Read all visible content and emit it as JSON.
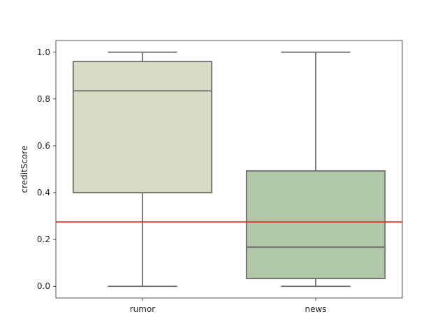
{
  "chart_data": {
    "type": "box",
    "title": "",
    "xlabel": "",
    "ylabel": "creditScore",
    "ylim": [
      -0.05,
      1.05
    ],
    "yticks": [
      "0.0",
      "0.2",
      "0.4",
      "0.6",
      "0.8",
      "1.0"
    ],
    "categories": [
      "rumor",
      "news"
    ],
    "boxes": [
      {
        "category": "rumor",
        "min": 0.0,
        "q1": 0.4,
        "median": 0.835,
        "q3": 0.96,
        "max": 1.0,
        "color": "#d6dcc3"
      },
      {
        "category": "news",
        "min": 0.0,
        "q1": 0.033,
        "median": 0.167,
        "q3": 0.493,
        "max": 1.0,
        "color": "#b0c8a8"
      }
    ],
    "reference_line": {
      "y": 0.275,
      "color": "#e8190e"
    },
    "grid": false,
    "box_edge_color": "#6e6e6e"
  }
}
